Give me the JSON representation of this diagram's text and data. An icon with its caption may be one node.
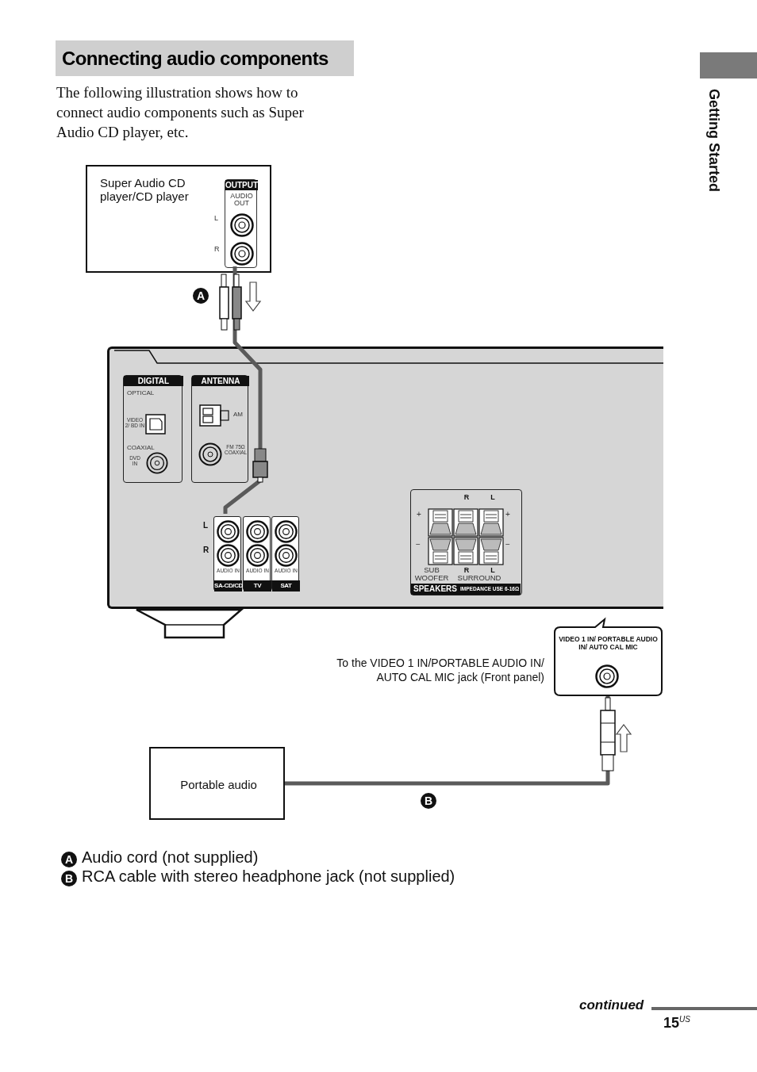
{
  "diagram": {
    "title": "Connecting audio components",
    "nodes": [
      {
        "text": [
          "Super Audio CD player/CD player"
        ]
      },
      {
        "text": [
          "OUTPUT",
          "AUDIO OUT"
        ],
        "in": 0,
        "beside": [
          "L",
          "R"
        ]
      },
      {
        "text": [],
        "shape": "box"
      },
      {
        "text": [
          "DIGITAL",
          "OPTICAL",
          "VIDEO 2/ BD IN",
          "COAXIAL",
          "DVD IN"
        ],
        "in": 2
      },
      {
        "text": [
          "ANTENNA",
          "AM",
          "FM 75Ω COAXIAL"
        ],
        "in": 2
      },
      {
        "text": [
          "AUDIO IN",
          "SA-CD/CD"
        ],
        "in": 2,
        "beside": [
          "L",
          "R"
        ]
      },
      {
        "text": [
          "AUDIO IN",
          "TV"
        ],
        "in": 2
      },
      {
        "text": [
          "AUDIO IN",
          "SAT"
        ],
        "in": 2
      },
      {
        "text": [
          "R",
          "L",
          "SUB WOOFER",
          "R",
          "L",
          "SURROUND",
          "SPEAKERS",
          "IMPEDANCE USE 6-16Ω"
        ],
        "in": 2
      },
      {
        "text": [
          "VIDEO 1 IN/ PORTABLE AUDIO IN/ AUTO CAL MIC"
        ],
        "beside": [
          "To the VIDEO 1 IN/PORTABLE AUDIO IN/ AUTO CAL MIC jack (Front panel)"
        ]
      },
      {
        "text": [
          "Portable audio"
        ]
      }
    ],
    "edges": [
      {
        "from": 1,
        "to": 5,
        "arrow": "none",
        "label": "A"
      },
      {
        "from": 10,
        "to": 9,
        "arrow": "none",
        "label": "B"
      }
    ],
    "labels": [
      "The following illustration shows how to connect audio components such as Super Audio CD player, etc.",
      "Getting Started",
      "+",
      "+",
      "−",
      "−",
      "A",
      "Audio cord (not supplied)",
      "B",
      "RCA cable with stereo headphone jack (not supplied)",
      "continued",
      "15$^{US}$"
    ]
  }
}
